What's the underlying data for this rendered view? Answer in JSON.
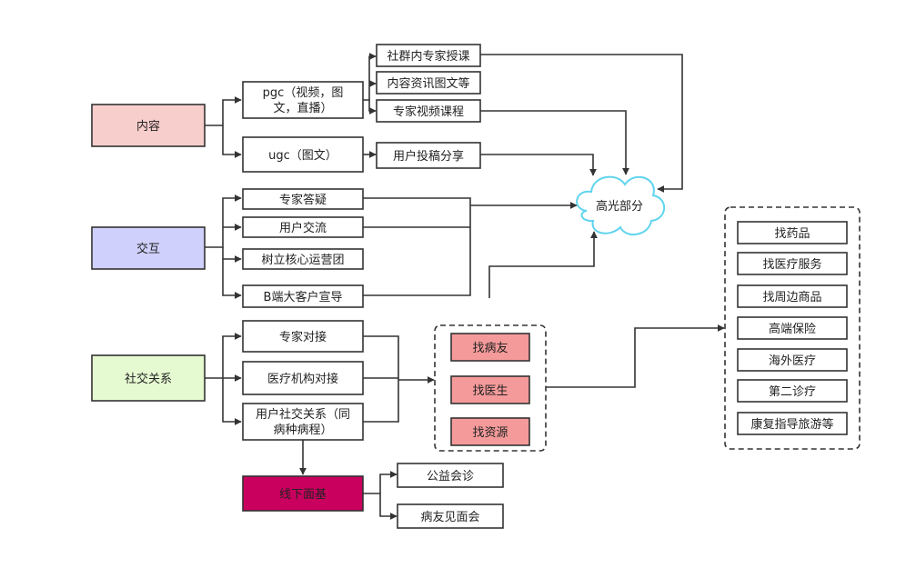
{
  "colors": {
    "stroke": "#333333",
    "content_fill": "#f8cecc",
    "interact_fill": "#cfd0fb",
    "social_fill": "#e6fad2",
    "find_fill": "#f49a9a",
    "offline_fill": "#c9005e",
    "cloud_stroke": "#5fd4ee",
    "white": "#ffffff"
  },
  "nodes": {
    "content": "内容",
    "interact": "交互",
    "social": "社交关系",
    "pgc_1": "pgc（视频，图",
    "pgc_2": "文，直播）",
    "ugc": "ugc（图文）",
    "c_course": "社群内专家授课",
    "c_news": "内容资讯图文等",
    "c_video": "专家视频课程",
    "c_share": "用户投稿分享",
    "i_qa": "专家答疑",
    "i_talk": "用户交流",
    "i_core": "树立核心运营团",
    "i_bclient": "B端大客户宣导",
    "highlight": "高光部分",
    "s_expert": "专家对接",
    "s_org": "医疗机构对接",
    "s_user_1": "用户社交关系（同",
    "s_user_2": "病种病程）",
    "f_friend": "找病友",
    "f_doctor": "找医生",
    "f_resource": "找资源",
    "offline": "线下面基",
    "o_charity": "公益会诊",
    "o_meet": "病友见面会",
    "svc_drug": "找药品",
    "svc_medical": "找医疗服务",
    "svc_goods": "找周边商品",
    "svc_insurance": "高端保险",
    "svc_overseas": "海外医疗",
    "svc_second": "第二诊疗",
    "svc_rehab": "康复指导旅游等"
  }
}
